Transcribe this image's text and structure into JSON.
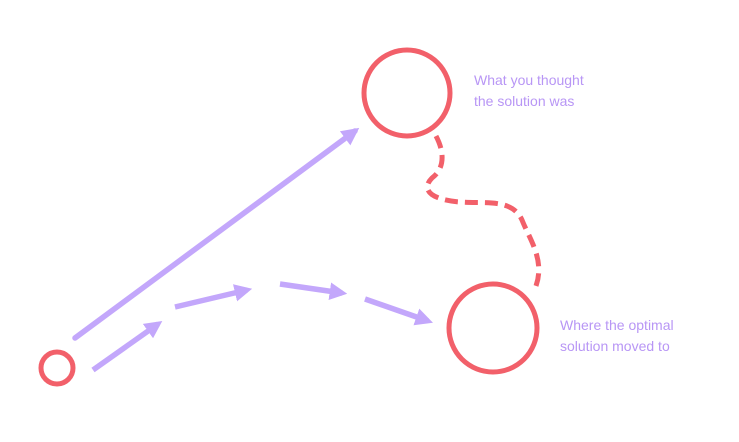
{
  "colors": {
    "circle": "#f2606a",
    "arrow": "#c3a7fb",
    "text": "#b896f5",
    "background": "#ffffff"
  },
  "labels": {
    "believed_solution": {
      "line1": "What you thought",
      "line2": "the solution was"
    },
    "moved_solution": {
      "line1": "Where the optimal",
      "line2": "solution moved to"
    }
  }
}
